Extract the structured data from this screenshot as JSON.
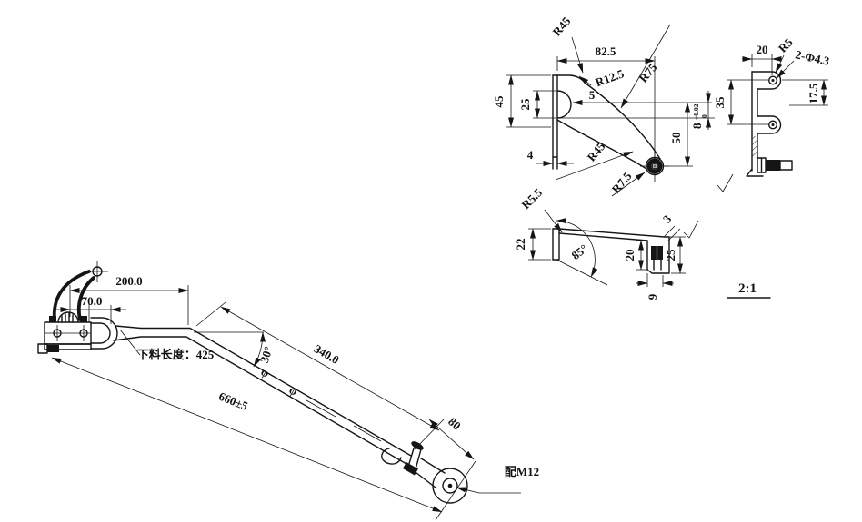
{
  "drawing": {
    "scale_label": "2:1",
    "hook": {
      "r45_top": "R45",
      "width": "82.5",
      "r12_5": "R12.5",
      "r75": "R75",
      "h45": "45",
      "h25": "25",
      "n5": "5",
      "t4": "4",
      "r45_inner": "R45",
      "r7_5": "R7.5",
      "v50": "50",
      "v8": "8",
      "tol_upper": "+0.02",
      "tol_lower": "0"
    },
    "side": {
      "w20": "20",
      "r5": "R5",
      "holes": "2-Φ4.3",
      "h35": "35",
      "h17_5": "17.5"
    },
    "clamp": {
      "r5_5": "R5.5",
      "h22": "22",
      "angle": "85°",
      "h20": "20",
      "t3": "3",
      "h25": "25",
      "w9": "9"
    },
    "main": {
      "d200": "200.0",
      "d70": "70.0",
      "blank_length": "下料长度：425",
      "angle30": "30°",
      "d340": "340.0",
      "d660": "660±5",
      "d80": "80",
      "fit": "配M12",
      "phi": "φ"
    }
  }
}
